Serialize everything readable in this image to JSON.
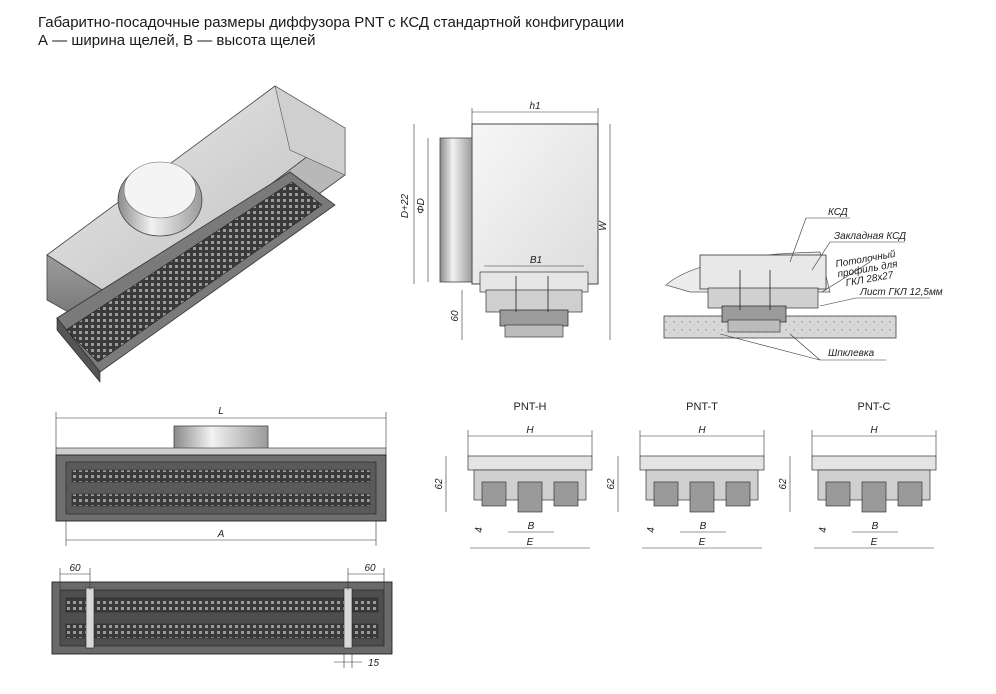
{
  "header": {
    "line1": "Габаритно-посадочные размеры диффузора PNT с КСД стандартной конфигурации",
    "line2": "А — ширина щелей, В — высота щелей"
  },
  "side_view": {
    "dim_h1": "h1",
    "dim_d22": "D+22",
    "dim_d": "ΦD",
    "dim_w": "W",
    "dim_b1": "B1",
    "dim_60": "60"
  },
  "install_view": {
    "ksd": "КСД",
    "embedded": "Закладная КСД",
    "ceiling_profile_1": "Потолочный",
    "ceiling_profile_2": "профиль для",
    "ceiling_profile_3": "ГКЛ 28х27",
    "gkl_sheet": "Лист ГКЛ 12,5мм",
    "putty": "Шпклевка"
  },
  "front_view": {
    "dim_L": "L",
    "dim_A": "A"
  },
  "bottom_view": {
    "dim_60_left": "60",
    "dim_60_right": "60",
    "dim_15": "15"
  },
  "profiles": [
    {
      "title": "PNT-H",
      "dim_H": "H",
      "dim_62": "62",
      "dim_4": "4",
      "dim_B": "B",
      "dim_E": "E"
    },
    {
      "title": "PNT-T",
      "dim_H": "H",
      "dim_62": "62",
      "dim_4": "4",
      "dim_B": "B",
      "dim_E": "E"
    },
    {
      "title": "PNT-C",
      "dim_H": "H",
      "dim_62": "62",
      "dim_4": "4",
      "dim_B": "B",
      "dim_E": "E"
    }
  ]
}
